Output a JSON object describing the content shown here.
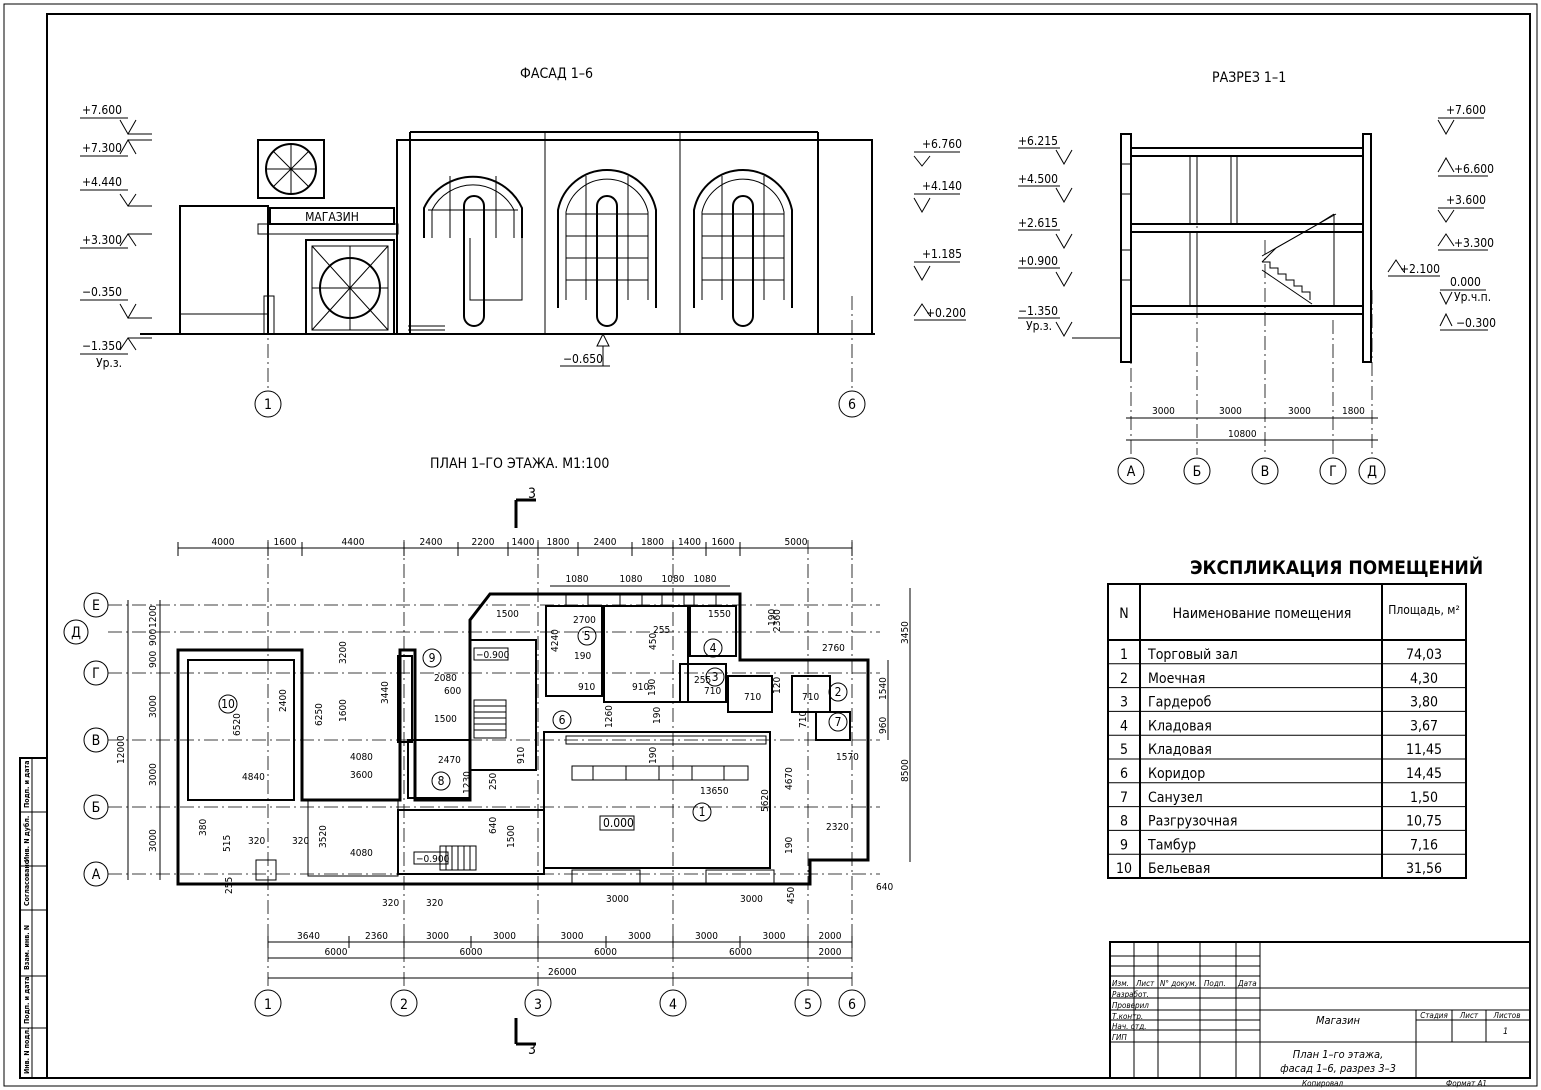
{
  "titles": {
    "facade": "ФАСАД 1–6",
    "section": "РАЗРЕЗ 1–1",
    "plan": "ПЛАН 1–ГО ЭТАЖА. М1:100",
    "explication": "ЭКСПЛИКАЦИЯ ПОМЕЩЕНИЙ"
  },
  "facade": {
    "sign": "МАГАЗИН",
    "levels_left": [
      "+7.600",
      "+7.300",
      "+4.440",
      "+3.300",
      "−0.350",
      "−1.350"
    ],
    "ground_label": "Ур.з.",
    "levels_right": [
      "+6.760",
      "+4.140",
      "+1.185",
      "+0.200"
    ],
    "bottom_level": "−0.650",
    "axes": [
      "1",
      "6"
    ]
  },
  "section": {
    "levels_left": [
      "+6.215",
      "+4.500",
      "+2.615",
      "+0.900",
      "−1.350"
    ],
    "ground_label": "Ур.з.",
    "levels_right": [
      "+7.600",
      "+6.600",
      "+3.600",
      "+3.300",
      "+2.100",
      "0.000",
      "Ур.ч.п.",
      "−0.300"
    ],
    "dims": [
      "3000",
      "3000",
      "3000",
      "1800"
    ],
    "total": "10800",
    "axes": [
      "А",
      "Б",
      "В",
      "Г",
      "Д"
    ]
  },
  "plan": {
    "section_mark": "3",
    "top_dims": [
      "4000",
      "1600",
      "4400",
      "2400",
      "2200",
      "1400",
      "1800",
      "2400",
      "1800",
      "1400",
      "1600",
      "5000"
    ],
    "window_dims": [
      "1080",
      "1080",
      "1080",
      "1080"
    ],
    "left_axes": [
      "Е",
      "Д",
      "Г",
      "В",
      "Б",
      "А"
    ],
    "left_dims": [
      "1200",
      "900",
      "900",
      "3000",
      "3000",
      "3000"
    ],
    "left_total": "12000",
    "right_dims": [
      "3450",
      "1540",
      "960",
      "8500",
      "640"
    ],
    "bottom_dims_1": [
      "3640",
      "2360",
      "3000",
      "3000",
      "3000",
      "3000",
      "3000",
      "3000",
      "2000"
    ],
    "bottom_dims_2": [
      "6000",
      "6000",
      "6000",
      "6000",
      "2000"
    ],
    "bottom_total": "26000",
    "bottom_axes": [
      "1",
      "2",
      "3",
      "4",
      "5",
      "6"
    ],
    "inner_dims": [
      "1500",
      "2700",
      "1550",
      "255",
      "450",
      "4240",
      "190",
      "2360",
      "190",
      "2760",
      "910",
      "910",
      "190",
      "255",
      "710",
      "710",
      "120",
      "710",
      "2080",
      "600",
      "3440",
      "1500",
      "2470",
      "1230",
      "250",
      "910",
      "1260",
      "190",
      "190",
      "710",
      "1570",
      "4080",
      "3600",
      "13650",
      "4670",
      "5620",
      "2320",
      "190",
      "640",
      "1500",
      "4080",
      "3520",
      "380",
      "515",
      "320",
      "320",
      "255",
      "320",
      "320",
      "3000",
      "3000",
      "450",
      "6520",
      "2400",
      "6250",
      "1600",
      "3200",
      "4840"
    ],
    "level_marks": [
      "−0.900",
      "0.000",
      "−0.900"
    ],
    "room_numbers": [
      "1",
      "2",
      "3",
      "4",
      "5",
      "6",
      "7",
      "8",
      "9",
      "10"
    ]
  },
  "explication": {
    "headers": [
      "N",
      "Наименование помещения",
      "Площадь, м²"
    ],
    "rows": [
      [
        "1",
        "Торговый зал",
        "74,03"
      ],
      [
        "2",
        "Моечная",
        "4,30"
      ],
      [
        "3",
        "Гардероб",
        "3,80"
      ],
      [
        "4",
        "Кладовая",
        "3,67"
      ],
      [
        "5",
        "Кладовая",
        "11,45"
      ],
      [
        "6",
        "Коридор",
        "14,45"
      ],
      [
        "7",
        "Санузел",
        "1,50"
      ],
      [
        "8",
        "Разгрузочная",
        "10,75"
      ],
      [
        "9",
        "Тамбур",
        "7,16"
      ],
      [
        "10",
        "Бельевая",
        "31,56"
      ]
    ]
  },
  "stamp": {
    "cols": [
      "Изм.",
      "Лист",
      "N° докум.",
      "Подп.",
      "Дата"
    ],
    "roles": [
      "Разработ.",
      "Проверил",
      "Т.контр.",
      "Нач. отд.",
      "ГИП"
    ],
    "object": "Магазин",
    "stage_labels": [
      "Стадия",
      "Лист",
      "Листов"
    ],
    "sheet_no": "1",
    "sheet_title_1": "План 1–го этажа,",
    "sheet_title_2": "фасад 1–6, разрез 3–3",
    "copied": "Копировал",
    "format": "Формат А1"
  },
  "side_stamp": [
    "Инв. N подл.",
    "Подп. и дата",
    "Взам. инв. N",
    "Согласовано",
    "Инв. N дубл.",
    "Подп. и дата"
  ]
}
